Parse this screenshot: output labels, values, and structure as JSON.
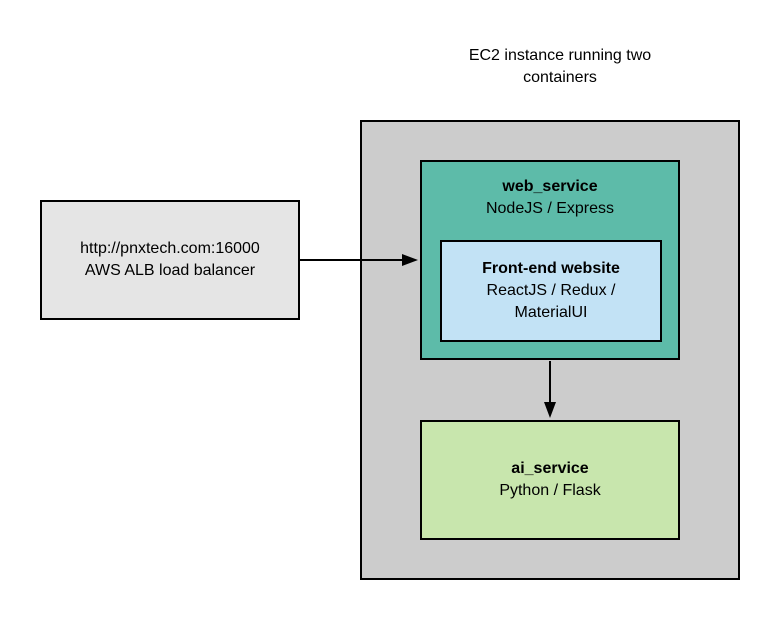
{
  "ec2": {
    "title_line1": "EC2 instance running two",
    "title_line2": "containers"
  },
  "alb": {
    "line1": "http://pnxtech.com:16000",
    "line2": "AWS ALB load balancer"
  },
  "web_service": {
    "title": "web_service",
    "subtitle": "NodeJS / Express"
  },
  "frontend": {
    "title": "Front-end website",
    "line1": "ReactJS / Redux /",
    "line2": "MaterialUI"
  },
  "ai_service": {
    "title": "ai_service",
    "subtitle": "Python / Flask"
  },
  "colors": {
    "ec2_fill": "#cccccc",
    "alb_fill": "#e5e5e5",
    "web_fill": "#5dbba9",
    "frontend_fill": "#c2e2f5",
    "ai_fill": "#c8e6ad"
  }
}
